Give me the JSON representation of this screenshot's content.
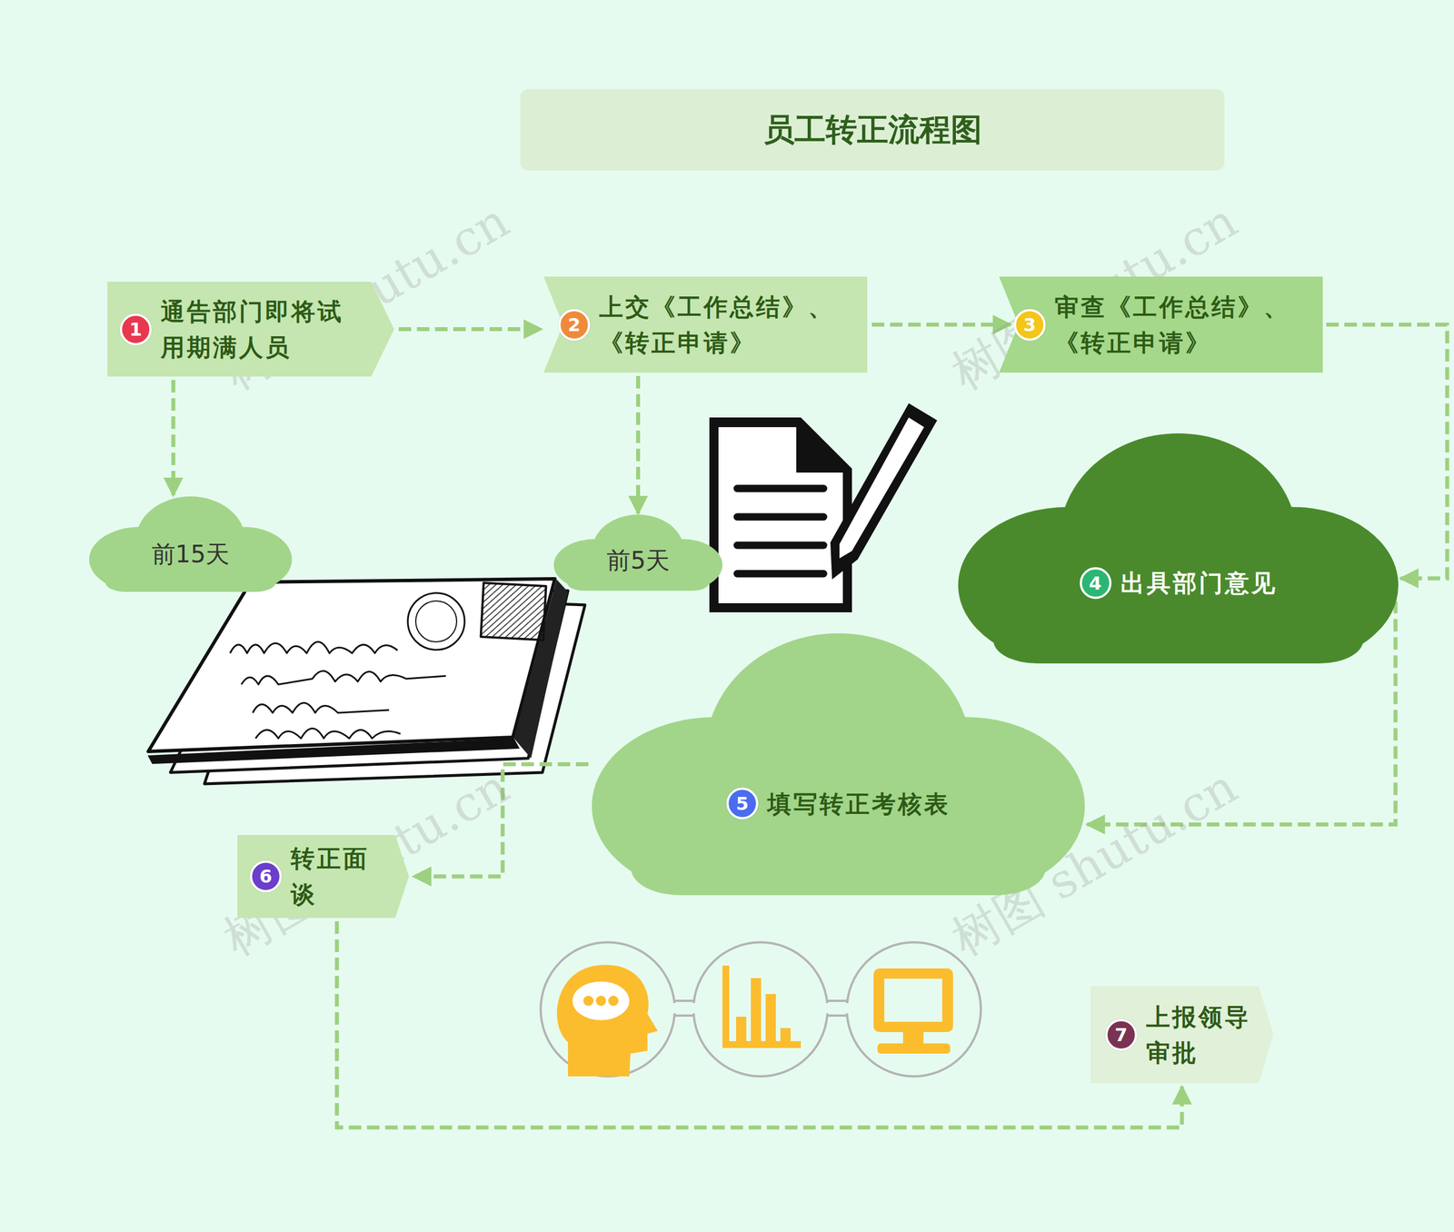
{
  "diagram": {
    "title": "员工转正流程图",
    "nodes": [
      {
        "text": [
          "1",
          "通告部门即将试用期满人员"
        ]
      },
      {
        "text": [
          "2",
          "上交《工作总结》、 《转正申请》"
        ]
      },
      {
        "text": [
          "3",
          "审查《工作总结》、 《转正申请》"
        ]
      },
      {
        "text": [
          "前15天"
        ]
      },
      {
        "text": [
          "前5天"
        ]
      },
      {
        "text": [
          "4",
          "出具部门意见"
        ]
      },
      {
        "text": [
          "5",
          "填写转正考核表"
        ]
      },
      {
        "text": [
          "6",
          "转正面谈"
        ]
      },
      {
        "text": [
          "7",
          "上报领导审批"
        ]
      }
    ],
    "edges": [
      {
        "from": 0,
        "to": 1,
        "arrow": "to"
      },
      {
        "from": 1,
        "to": 2,
        "arrow": "to"
      },
      {
        "from": 0,
        "to": 3,
        "arrow": "to"
      },
      {
        "from": 1,
        "to": 4,
        "arrow": "to"
      },
      {
        "from": 2,
        "to": 5,
        "arrow": "to"
      },
      {
        "from": 5,
        "to": 6,
        "arrow": "to"
      },
      {
        "from": 6,
        "to": 7,
        "arrow": "to"
      },
      {
        "from": 7,
        "to": 8,
        "arrow": "to"
      }
    ],
    "labels": [
      "树图 shutu.cn",
      "树图 shutu.cn",
      "树图 shutu.cn",
      "树图 shutu.cn"
    ]
  }
}
